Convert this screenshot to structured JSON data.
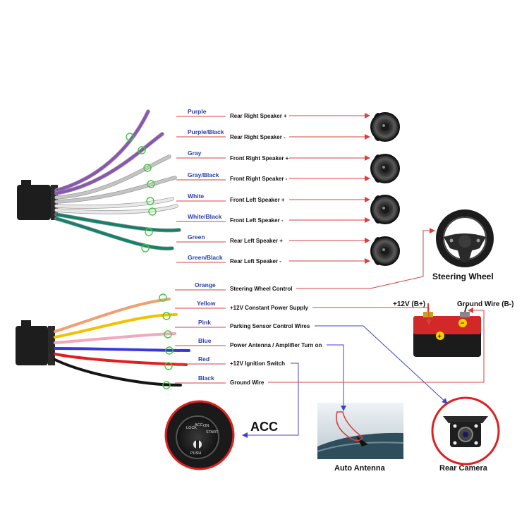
{
  "colors": {
    "purple": "#8a56b4",
    "gray": "#c4c4c4",
    "white": "#e8e8e8",
    "green": "#12826a",
    "orange": "#f0a070",
    "yellow": "#f2c200",
    "pink": "#f2a8b8",
    "blue": "#3a3ad8",
    "red": "#e02020",
    "black": "#151515",
    "lead_red": "#d84040",
    "lead_blue": "#4040c8",
    "label_blue": "#2a3cae",
    "marker_green": "#3ccc3c"
  },
  "speaker_wires": [
    {
      "color": "Purple",
      "function": "Rear Right Speaker +"
    },
    {
      "color": "Purple/Black",
      "function": "Rear Right Speaker -"
    },
    {
      "color": "Gray",
      "function": "Front Right Speaker +"
    },
    {
      "color": "Gray/Black",
      "function": "Front Right Speaker -"
    },
    {
      "color": "White",
      "function": "Front Left Speaker +"
    },
    {
      "color": "White/Black",
      "function": "Front Left Speaker -"
    },
    {
      "color": "Green",
      "function": "Rear Left Speaker +"
    },
    {
      "color": "Green/Black",
      "function": "Rear Left Speaker -"
    }
  ],
  "power_wires": [
    {
      "color": "Orange",
      "function": "Steering Wheel Control"
    },
    {
      "color": "Yellow",
      "function": "+12V Constant Power Supply"
    },
    {
      "color": "Pink",
      "function": "Parking Sensor Control Wires"
    },
    {
      "color": "Blue",
      "function": "Power Antenna / Amplifier Turn on"
    },
    {
      "color": "Red",
      "function": "+12V  Ignition Switch"
    },
    {
      "color": "Black",
      "function": "Ground Wire"
    }
  ],
  "devices": {
    "steering_wheel": "Steering Wheel",
    "battery_positive": "+12V  (B+)",
    "battery_ground": "Ground Wire (B-)",
    "acc": "ACC",
    "auto_antenna": "Auto Antenna",
    "rear_camera": "Rear Camera",
    "ignition_text": [
      "LOCK",
      "ACC",
      "ON",
      "START",
      "PUSH"
    ]
  }
}
